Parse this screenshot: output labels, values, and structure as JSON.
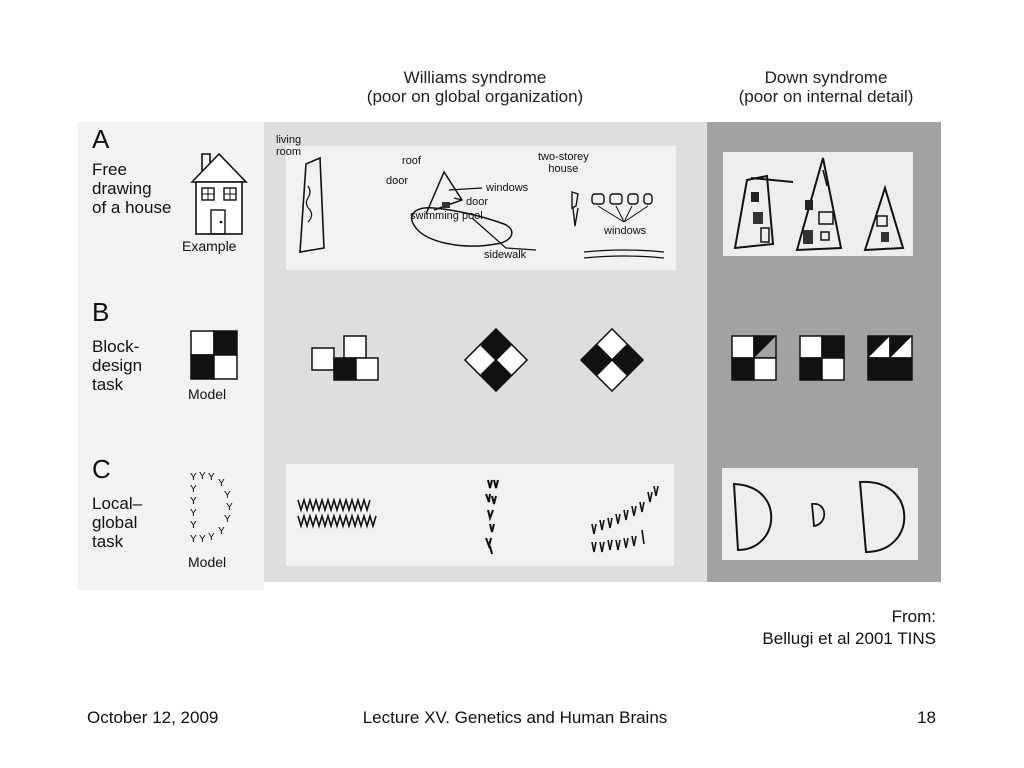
{
  "columns": {
    "williams_title": "Williams syndrome",
    "williams_sub": "(poor on global organization)",
    "down_title": "Down syndrome",
    "down_sub": "(poor on internal detail)"
  },
  "rows": {
    "a": {
      "letter": "A",
      "task": [
        "Free",
        "drawing",
        "of a house"
      ],
      "example": "Example"
    },
    "b": {
      "letter": "B",
      "task": [
        "Block-",
        "design",
        "task"
      ],
      "model": "Model"
    },
    "c": {
      "letter": "C",
      "task": [
        "Local–",
        "global",
        "task"
      ],
      "model": "Model"
    }
  },
  "annotations": {
    "living_room": [
      "living",
      "room"
    ],
    "roof": "roof",
    "door1": "door",
    "windows1": "windows",
    "door2": "door",
    "swimming_pool": "swimming pool",
    "sidewalk": "sidewalk",
    "two_storey": [
      "two-storey",
      "house"
    ],
    "windows2": "windows"
  },
  "local_global_letter": "Y",
  "citation": {
    "from": "From:",
    "source": "Bellugi et al  2001 TINS"
  },
  "footer": {
    "date": "October 12, 2009",
    "title": "Lecture XV. Genetics and Human Brains",
    "page": "18"
  }
}
